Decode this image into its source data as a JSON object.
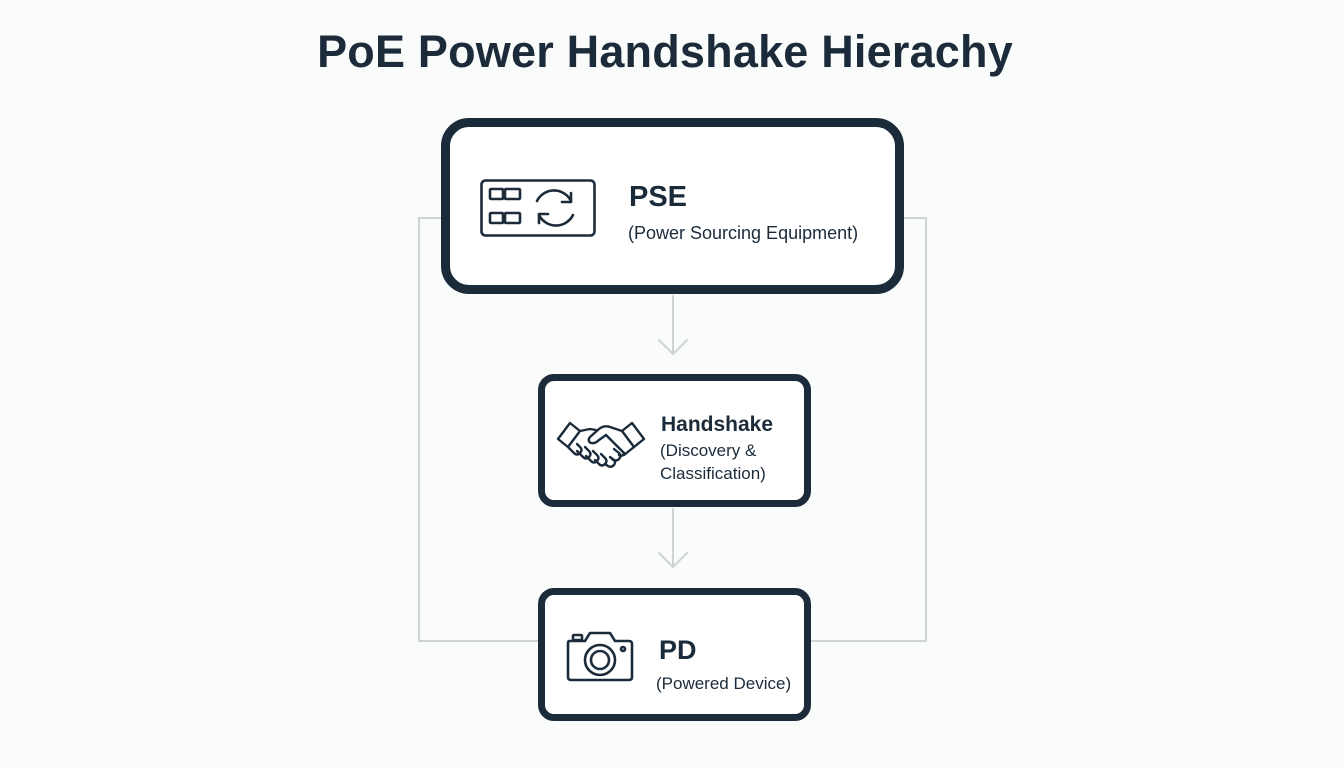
{
  "title": "PoE Power Handshake Hierachy",
  "colors": {
    "node_border": "#1b2b3a",
    "connector": "#d0d3d6",
    "background": "#fafbfb"
  },
  "nodes": {
    "pse": {
      "icon": "switch-sync-icon",
      "title": "PSE",
      "subtitle": "(Power Sourcing Equipment)"
    },
    "handshake": {
      "icon": "handshake-icon",
      "title": "Handshake",
      "subtitle_line1": "(Discovery &",
      "subtitle_line2": "Classification)"
    },
    "pd": {
      "icon": "camera-icon",
      "title": "PD",
      "subtitle": "(Powered Device)"
    }
  }
}
